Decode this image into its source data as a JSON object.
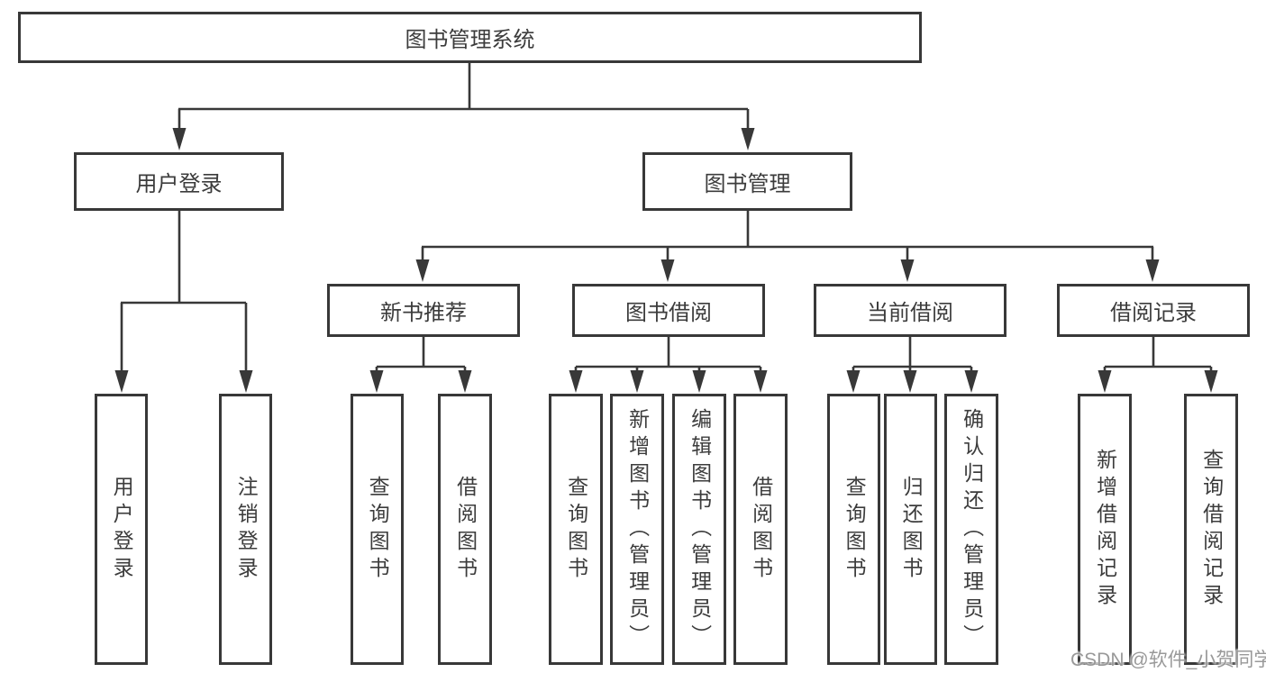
{
  "colors": {
    "line": "#383838",
    "text": "#3c3c3c",
    "background": "#ffffff",
    "watermark": "#949494"
  },
  "watermark": {
    "text": "CSDN @软件_小贺同学"
  },
  "tree": {
    "root": "图书管理系统",
    "branches": [
      {
        "label": "用户登录",
        "children": [
          "用户登录",
          "注销登录"
        ]
      },
      {
        "label": "图书管理",
        "sections": [
          {
            "label": "新书推荐",
            "children": [
              "查询图书",
              "借阅图书"
            ]
          },
          {
            "label": "图书借阅",
            "children": [
              "查询图书",
              "新增图书（管理员）",
              "编辑图书（管理员）",
              "借阅图书"
            ]
          },
          {
            "label": "当前借阅",
            "children": [
              "查询图书",
              "归还图书",
              "确认归还（管理员）"
            ]
          },
          {
            "label": "借阅记录",
            "children": [
              "新增借阅记录",
              "查询借阅记录"
            ]
          }
        ]
      }
    ]
  }
}
